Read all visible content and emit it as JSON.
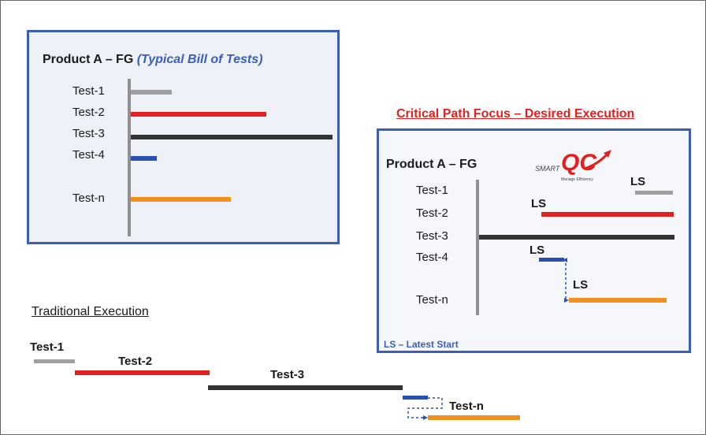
{
  "panel_a": {
    "title_main": "Product A – FG",
    "title_italic": "(Typical Bill of Tests)",
    "tests": [
      "Test-1",
      "Test-2",
      "Test-3",
      "Test-4",
      "Test-n"
    ]
  },
  "panel_b": {
    "heading": "Critical Path Focus – Desired Execution",
    "title": "Product A – FG",
    "tests": [
      "Test-1",
      "Test-2",
      "Test-3",
      "Test-4",
      "Test-n"
    ],
    "ls_label": "LS",
    "legend": "LS – Latest Start",
    "logo": {
      "smart": "SMART",
      "q": "QC",
      "tagline": "Manage Efficiency"
    }
  },
  "traditional": {
    "heading": "Traditional Execution",
    "tests": [
      "Test-1",
      "Test-2",
      "Test-3",
      "Test-n"
    ]
  },
  "colors": {
    "test1": "#a0a0a0",
    "test2": "#e32020",
    "test3": "#333333",
    "test4": "#2b4fb0",
    "testn": "#f0901e",
    "frame": "#3a5fb5"
  }
}
